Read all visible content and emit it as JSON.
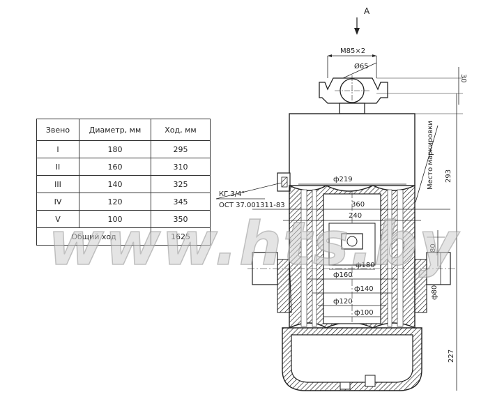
{
  "table": {
    "headers": [
      "Звено",
      "Диаметр, мм",
      "Ход, мм"
    ],
    "rows": [
      {
        "stage": "I",
        "diameter": "180",
        "stroke": "295"
      },
      {
        "stage": "II",
        "diameter": "160",
        "stroke": "310"
      },
      {
        "stage": "III",
        "diameter": "140",
        "stroke": "325"
      },
      {
        "stage": "IV",
        "diameter": "120",
        "stroke": "345"
      },
      {
        "stage": "V",
        "diameter": "100",
        "stroke": "350"
      }
    ],
    "total_label": "Общий ход",
    "total_value": "1625"
  },
  "drawing": {
    "view_label": "А",
    "thread": "М85×2",
    "eye_diameter": "Ø65",
    "dim_30": "30",
    "dim_293": "293",
    "dim_227": "227",
    "body_diameter": "ф219",
    "dim_360": "360",
    "dim_240": "240",
    "dim_80_top": "80",
    "dim_80_side": "ф80",
    "port_line1": "КГ 3/4\"",
    "port_line2": "ОСТ 37.001311-83",
    "marking_place": "Место маркировки",
    "d180": "ф180",
    "d160": "ф160",
    "d140": "ф140",
    "d120": "ф120",
    "d100": "ф100"
  },
  "watermark": "www.hts.by"
}
